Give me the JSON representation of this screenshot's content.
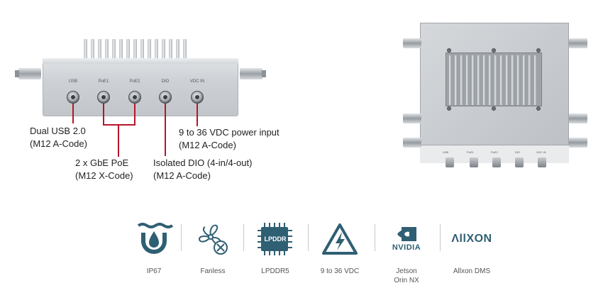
{
  "front_device": {
    "port_labels": [
      "USB",
      "PoE1",
      "PoE2",
      "DIO",
      "VDC IN"
    ]
  },
  "callouts": {
    "usb": {
      "line1": "Dual USB 2.0",
      "line2": "(M12 A-Code)"
    },
    "poe": {
      "line1": "2 x GbE PoE",
      "line2": "(M12 X-Code)"
    },
    "dio": {
      "line1": "Isolated DIO (4-in/4-out)",
      "line2": "(M12 A-Code)"
    },
    "power": {
      "line1": "9 to 36 VDC power input",
      "line2": "(M12 A-Code)"
    }
  },
  "top_device": {
    "port_labels": [
      "USB",
      "PoE1",
      "PoE2",
      "DIO",
      "VDC IN"
    ]
  },
  "features": [
    {
      "icon": "ip67-water-drop-icon",
      "label": "IP67"
    },
    {
      "icon": "fanless-fan-icon",
      "label": "Fanless"
    },
    {
      "icon": "lpddr-chip-icon",
      "chip_text": "LPDDR",
      "label": "LPDDR5"
    },
    {
      "icon": "high-voltage-icon",
      "label": "9 to 36 VDC"
    },
    {
      "icon": "nvidia-logo-icon",
      "logo_text": "NVIDIA",
      "label_line1": "Jetson",
      "label_line2": "Orin NX"
    },
    {
      "icon": "allxon-logo-icon",
      "logo_text": "ΛllXON",
      "label": "Allxon DMS"
    }
  ],
  "colors": {
    "accent_icon": "#2f5f73",
    "callout_line": "#b5162b"
  }
}
